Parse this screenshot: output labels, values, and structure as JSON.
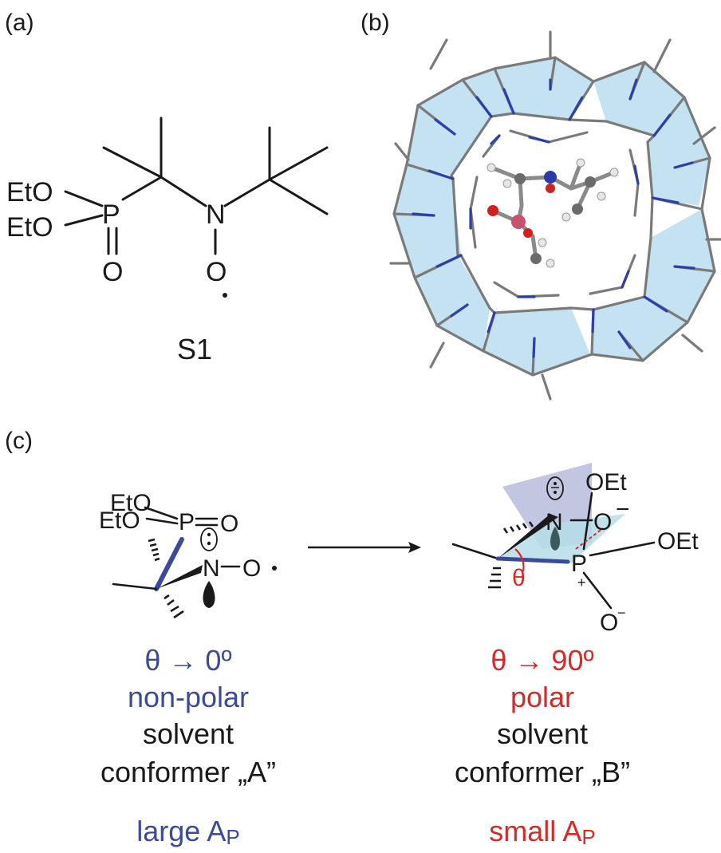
{
  "panels": {
    "a": {
      "label": "(a)"
    },
    "b": {
      "label": "(b)"
    },
    "c": {
      "label": "(c)"
    }
  },
  "molecule_s1": {
    "name": "S1",
    "groups": [
      "EtO",
      "EtO",
      "P",
      "O",
      "N",
      "O"
    ]
  },
  "conformer_a": {
    "angle_label": "θ → 0º",
    "solvent_type": "non-polar",
    "solvent_word": "solvent",
    "name": "conformer „A”",
    "coupling_prefix": "large A",
    "coupling_sub": "P",
    "groups": [
      "EtO",
      "EtO",
      "P",
      "O",
      "N",
      "O"
    ]
  },
  "conformer_b": {
    "angle_label": "θ → 90º",
    "solvent_type": "polar",
    "solvent_word": "solvent",
    "name": "conformer „B”",
    "coupling_prefix": "small A",
    "coupling_sub": "P",
    "theta": "θ",
    "groups": [
      "N",
      "OEt",
      "O",
      "OEt",
      "P",
      "O"
    ]
  },
  "colors": {
    "blue": "#3b4a9a",
    "red": "#d42a2a",
    "cage_fill": "#c5e2f2",
    "cage_bond": "#7a7a7a",
    "cage_nitrogen": "#2f3fa8"
  }
}
